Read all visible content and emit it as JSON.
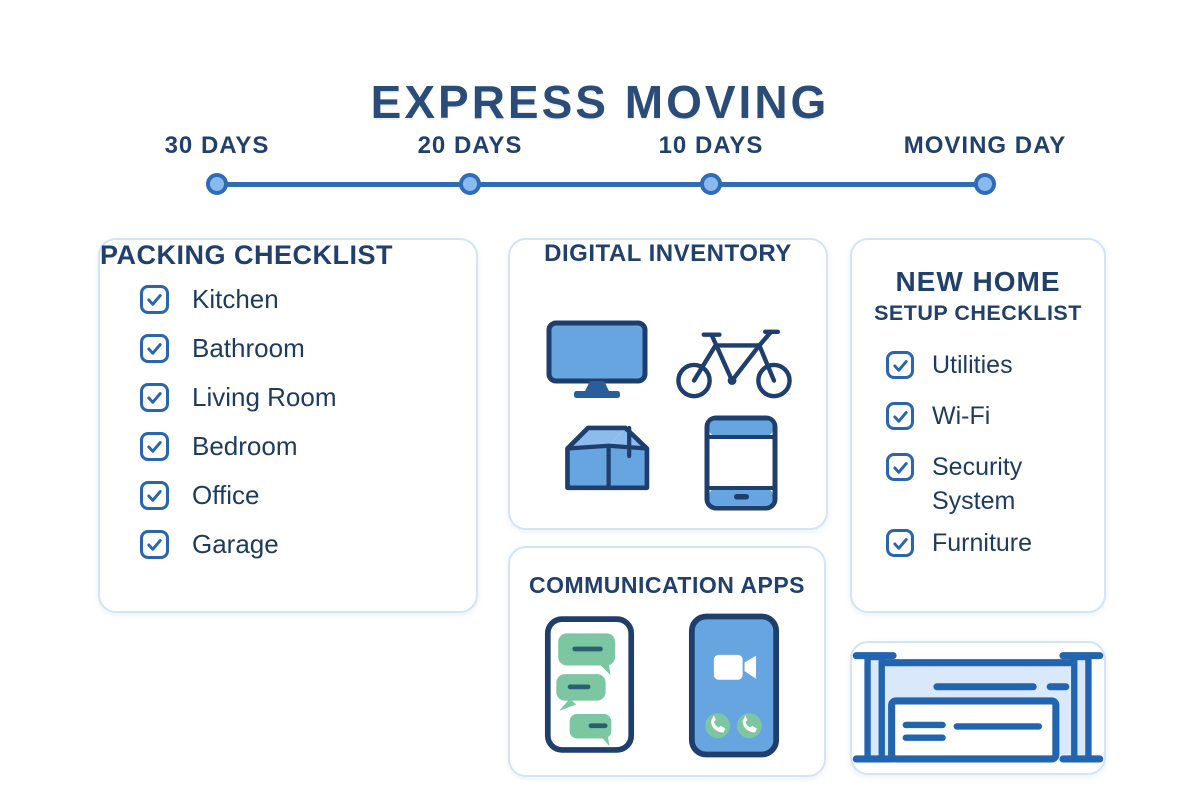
{
  "title": "EXPRESS MOVING",
  "timeline": {
    "milestones": [
      "30 DAYS",
      "20 DAYS",
      "10 DAYS",
      "MOVING DAY"
    ]
  },
  "cards": {
    "packing": {
      "title": "PACKING CHECKLIST",
      "items": [
        {
          "label": "Kitchen",
          "checked": true
        },
        {
          "label": "Bathroom",
          "checked": true
        },
        {
          "label": "Living Room",
          "checked": true
        },
        {
          "label": "Bedroom",
          "checked": true
        },
        {
          "label": "Office",
          "checked": true
        },
        {
          "label": "Garage",
          "checked": true
        }
      ]
    },
    "inventory": {
      "title": "DIGITAL INVENTORY",
      "icons": [
        "monitor-icon",
        "bicycle-icon",
        "moving-box-icon",
        "tablet-icon"
      ]
    },
    "communication": {
      "title": "COMMUNICATION APPS",
      "icons": [
        "chat-messages-phone-icon",
        "video-call-phone-icon"
      ]
    },
    "new_home": {
      "title_line1": "NEW HOME",
      "title_line2": "SETUP CHECKLIST",
      "items": [
        {
          "label": "Utilities",
          "checked": true
        },
        {
          "label": "Wi-Fi",
          "checked": true
        },
        {
          "label": "Security System",
          "checked": true
        },
        {
          "label": "Furniture",
          "checked": true
        }
      ]
    },
    "garage": {
      "icon": "garage-icon"
    }
  },
  "colors": {
    "navy-title": "#2c4c78",
    "navy-header": "#21406b",
    "navy-text": "#1d3a5f",
    "check-blue": "#2a66ad",
    "line-blue": "#2e6cb6",
    "dot-fill": "#8abaed",
    "card-border": "#d4e4f6",
    "icon-navy": "#1e3f6d",
    "icon-blue": "#67a5e0",
    "green": "#7cc7a2",
    "garage-line": "#2264ae",
    "garage-fill": "#d9e9fb"
  }
}
